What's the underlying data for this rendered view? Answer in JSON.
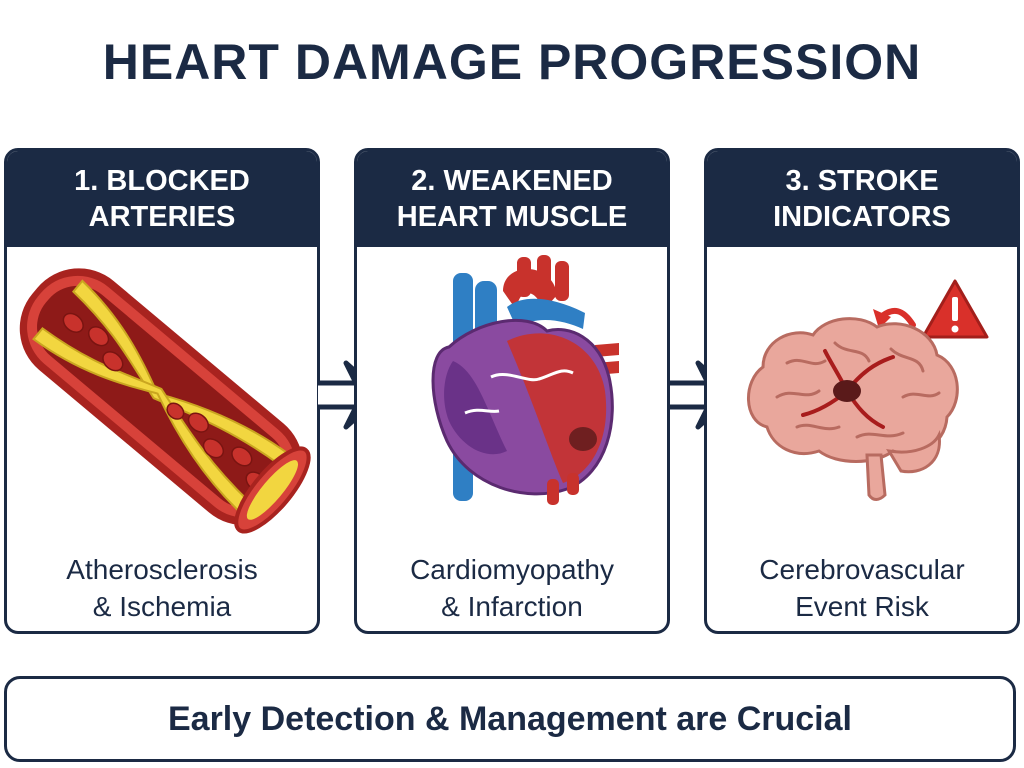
{
  "title": "HEART DAMAGE PROGRESSION",
  "stages": [
    {
      "heading_line1": "1. BLOCKED",
      "heading_line2": "ARTERIES",
      "illustration": "blocked-artery-icon",
      "caption_line1": "Atherosclerosis",
      "caption_line2": "& Ischemia"
    },
    {
      "heading_line1": "2. WEAKENED",
      "heading_line2": "HEART MUSCLE",
      "illustration": "heart-icon",
      "caption_line1": "Cardiomyopathy",
      "caption_line2": "& Infarction"
    },
    {
      "heading_line1": "3. STROKE",
      "heading_line2": "INDICATORS",
      "illustration": "brain-icon",
      "caption_line1": "Cerebrovascular",
      "caption_line2": "Event Risk"
    }
  ],
  "footer": "Early Detection & Management are Crucial",
  "colors": {
    "navy": "#1b2a44",
    "artery_red": "#c8322c",
    "plaque_yellow": "#f2d640",
    "warning_red": "#d9302a",
    "brain_pink": "#e9a79c",
    "vein_blue": "#2f7fc4",
    "muscle_purple": "#8a4aa0"
  }
}
